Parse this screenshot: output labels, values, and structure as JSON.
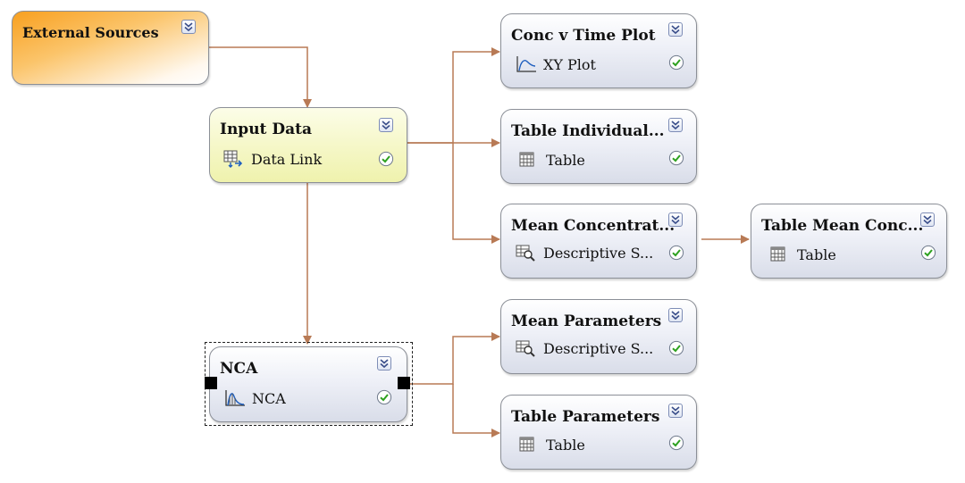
{
  "nodes": {
    "external_sources": {
      "title": "External Sources"
    },
    "input_data": {
      "title": "Input Data",
      "item": "Data Link"
    },
    "nca": {
      "title": "NCA",
      "item": "NCA"
    },
    "conc_plot": {
      "title": "Conc v Time Plot",
      "item": "XY Plot"
    },
    "table_individual": {
      "title": "Table Individual...",
      "item": "Table"
    },
    "mean_concentration": {
      "title": "Mean Concentrat...",
      "item": "Descriptive S..."
    },
    "table_mean_conc": {
      "title": "Table Mean Conc...",
      "item": "Table"
    },
    "mean_parameters": {
      "title": "Mean Parameters",
      "item": "Descriptive S..."
    },
    "table_parameters": {
      "title": "Table Parameters",
      "item": "Table"
    }
  },
  "icons": {
    "collapse": "chevron-double-down-icon",
    "status": "green-check-icon",
    "data_link": "data-link-icon",
    "xy_plot": "xy-plot-icon",
    "table": "table-icon",
    "descriptive": "descriptive-stats-icon",
    "nca": "nca-icon"
  },
  "colors": {
    "connector": "#b87a55",
    "external_sources_fill": "#f8a020",
    "input_data_fill": "#f3f6be",
    "node_fill": "#e3e7f1",
    "status_ok": "#2da11f"
  },
  "selected_node": "NCA"
}
